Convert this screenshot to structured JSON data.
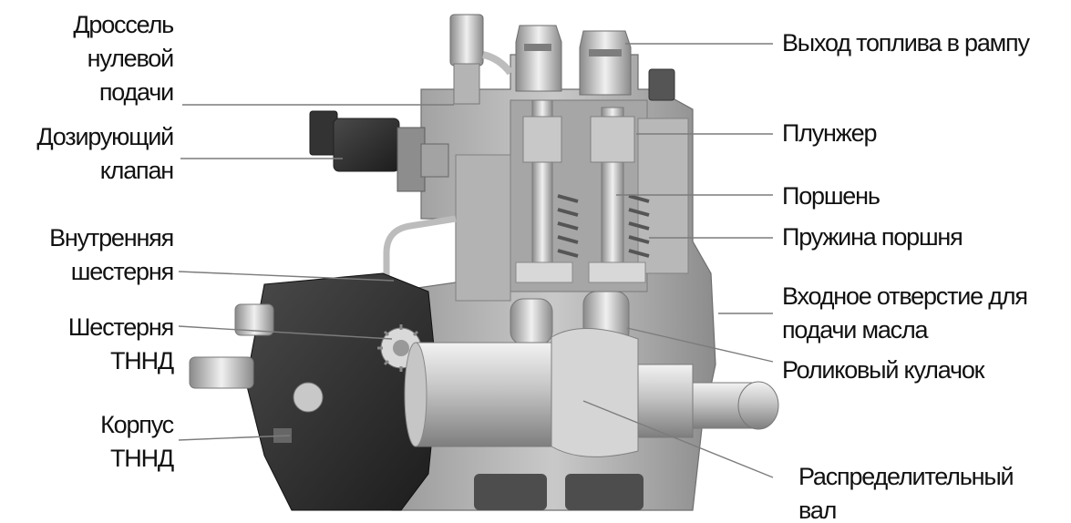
{
  "diagram": {
    "labels": [
      {
        "id": "throttle",
        "text": "Дроссель\nнулевой\nподачи"
      },
      {
        "id": "metering-valve",
        "text": "Дозирующий\nклапан"
      },
      {
        "id": "internal-gear",
        "text": "Внутренняя\nшестерня"
      },
      {
        "id": "tnnd-gear",
        "text": "Шестерня\nТННД"
      },
      {
        "id": "tnnd-housing",
        "text": "Корпус\nТННД"
      },
      {
        "id": "fuel-outlet",
        "text": "Выход топлива в рампу"
      },
      {
        "id": "plunger",
        "text": "Плунжер"
      },
      {
        "id": "piston",
        "text": "Поршень"
      },
      {
        "id": "piston-spring",
        "text": "Пружина поршня"
      },
      {
        "id": "oil-inlet",
        "text": "Входное отверстие для\nподачи масла"
      },
      {
        "id": "roller-cam",
        "text": "Роликовый кулачок"
      },
      {
        "id": "camshaft",
        "text": "Распределительный\nвал"
      }
    ]
  }
}
